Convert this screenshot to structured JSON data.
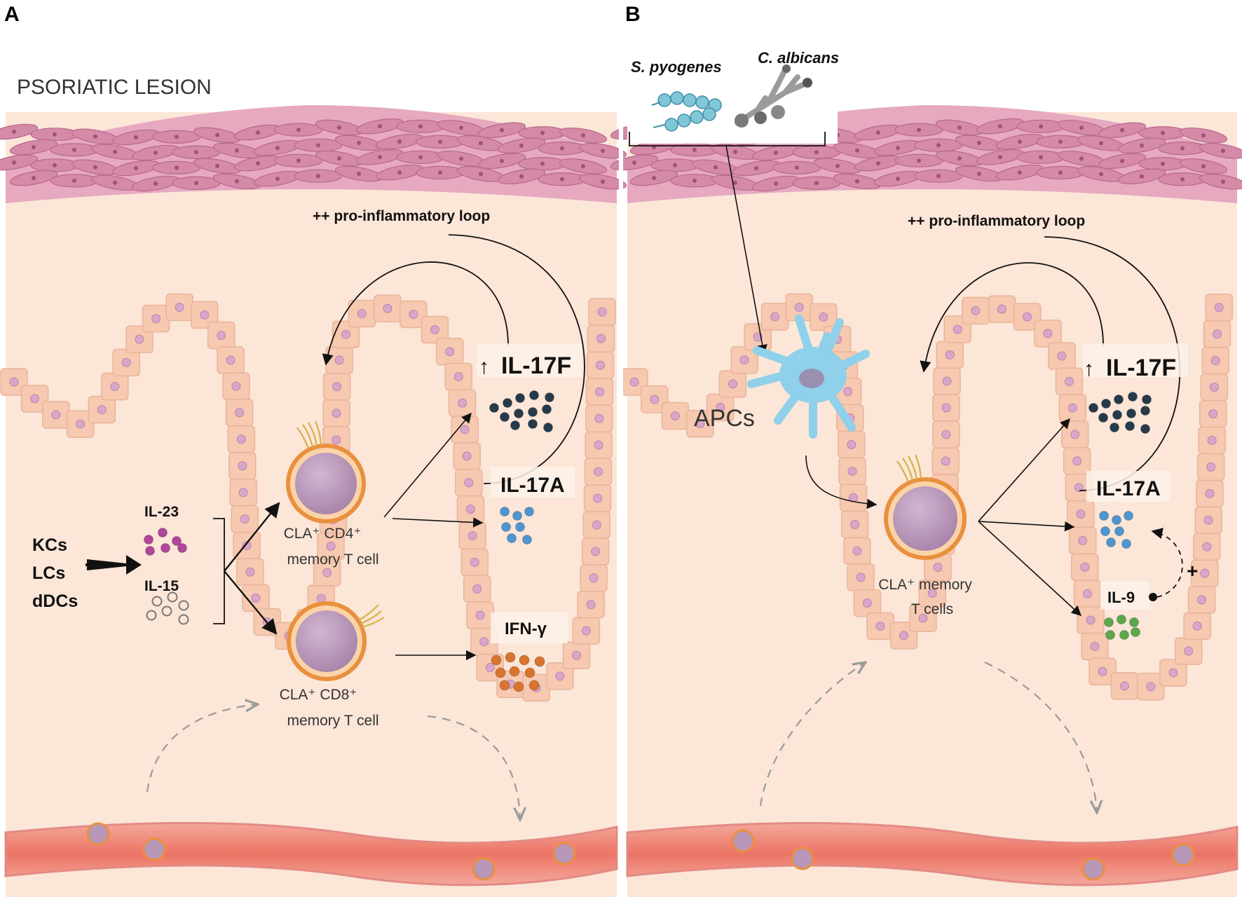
{
  "panel_a": {
    "letter": "A",
    "title": "PSORIATIC LESION",
    "loop_label": "++ pro-inflammatory loop",
    "sources": [
      "KCs",
      "LCs",
      "dDCs"
    ],
    "cytokine_il23": "IL-23",
    "cytokine_il15": "IL-15",
    "cd4_line1": "CLA⁺ CD4⁺",
    "cd4_line2": "memory  T cell",
    "cd8_line1": "CLA⁺ CD8⁺",
    "cd8_line2": "memory  T cell",
    "il17f": "IL-17F",
    "il17a": "IL-17A",
    "ifng": "IFN-γ",
    "up_arrow": "↑"
  },
  "panel_b": {
    "letter": "B",
    "pathogen1": "S. pyogenes",
    "pathogen2": "C. albicans",
    "loop_label": "++ pro-inflammatory loop",
    "apcs": "APCs",
    "tcell_line1": "CLA⁺ memory",
    "tcell_line2": "T cells",
    "il17f": "IL-17F",
    "il17a": "IL-17A",
    "il9": "IL-9",
    "plus": "+",
    "up_arrow": "↑"
  },
  "colors": {
    "tissue": "#fbe6d8",
    "epidermis": "#d98aa8",
    "keratinocyte": "#f6c9b0",
    "vessel": "#ee7e6e",
    "tcell": "#b897b8",
    "tcell_ring": "#e9903e",
    "apc": "#8fd0ea",
    "il23_dot": "#b0479a",
    "il17f_dot": "#263a4a",
    "il17a_dot": "#4f95cf",
    "ifng_dot": "#d9742e",
    "il9_dot": "#5aa84a",
    "bacteria": "#7fc7d8",
    "fungus": "#8f8f8f"
  },
  "icons": [
    "t-cell-icon",
    "apc-icon",
    "bacteria-icon",
    "fungus-icon",
    "keratinocyte-icon",
    "blood-vessel-icon"
  ]
}
